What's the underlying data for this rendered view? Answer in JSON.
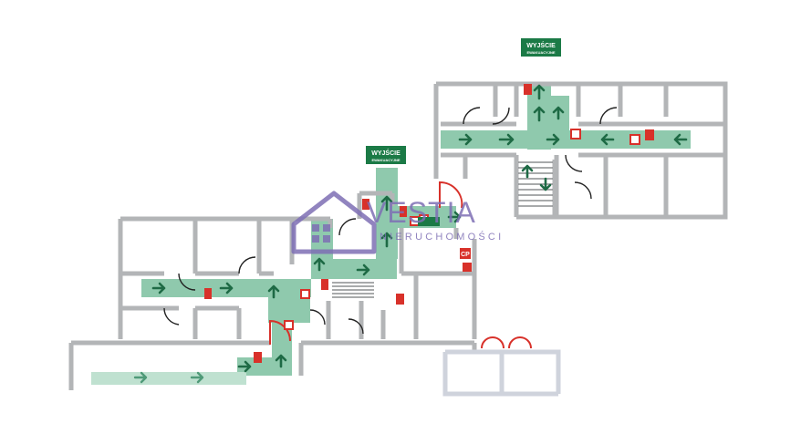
{
  "exit_signs": [
    {
      "title": "WYJŚCIE",
      "subtitle": "EWAKUACYJNE"
    },
    {
      "title": "WYJŚCIE",
      "subtitle": "EWAKUACYJNE"
    }
  ],
  "watermark": {
    "name": "VESTIA",
    "tagline": "NIERUCHOMOŚCI"
  },
  "labels": {
    "fire_point": "CP"
  },
  "colors": {
    "wall": "#b3b5b7",
    "route": "#8fc9ad",
    "route_light": "#bfe1d0",
    "arrow": "#1e6a45",
    "door": "#d8312a",
    "sign": "#1b7a46",
    "watermark": "#7e6fb5"
  },
  "icons": [
    "exit-sign-icon",
    "direction-arrow-icon",
    "fire-extinguisher-icon",
    "hydrant-icon",
    "first-aid-icon",
    "door-swing-icon",
    "stairs-icon"
  ]
}
